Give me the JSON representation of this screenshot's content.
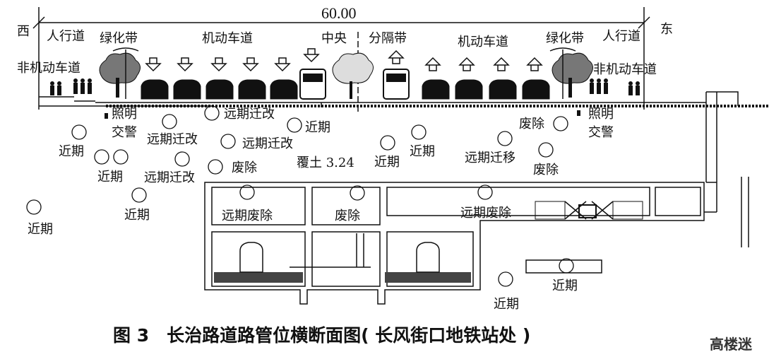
{
  "dimension": "60.00",
  "directions": {
    "west": "西",
    "east": "东"
  },
  "road_zones": {
    "sidewalk_left": "人行道",
    "green_left": "绿化带",
    "motor_left": "机动车道",
    "central": "中央",
    "divider": "分隔带",
    "motor_right": "机动车道",
    "green_right": "绿化带",
    "sidewalk_right": "人行道",
    "nonmotor_left": "非机动车道",
    "nonmotor_right": "非机动车道"
  },
  "lights": {
    "left_1": "照明",
    "left_2": "交警",
    "right_1": "照明",
    "right_2": "交警"
  },
  "pipes": [
    {
      "id": "p1",
      "label": "近期"
    },
    {
      "id": "p2",
      "label": "近期"
    },
    {
      "id": "p3",
      "label": "近期"
    },
    {
      "id": "p4",
      "label": "近期"
    },
    {
      "id": "p5",
      "label": "近期"
    },
    {
      "id": "p6",
      "label": "远期迁改"
    },
    {
      "id": "p7",
      "label": "远期迁改"
    },
    {
      "id": "p8",
      "label": "远期迁改"
    },
    {
      "id": "p9",
      "label": "远期迁改"
    },
    {
      "id": "p10",
      "label": "废除"
    },
    {
      "id": "p11",
      "label": "近期"
    },
    {
      "id": "p12",
      "label": "近期"
    },
    {
      "id": "p13",
      "label": "近期"
    },
    {
      "id": "p14",
      "label": "远期迁移"
    },
    {
      "id": "p15",
      "label": "废除"
    },
    {
      "id": "p16",
      "label": "废除"
    },
    {
      "id": "p17",
      "label": "远期废除"
    },
    {
      "id": "p18",
      "label": "废除"
    },
    {
      "id": "p19",
      "label": "远期废除"
    },
    {
      "id": "p20",
      "label": "近期"
    },
    {
      "id": "p21",
      "label": "近期"
    }
  ],
  "cover": "覆土 3.24",
  "caption": "图 3　长治路道路管位横断面图( 长风街口地铁站处 )",
  "watermark": "高楼迷"
}
